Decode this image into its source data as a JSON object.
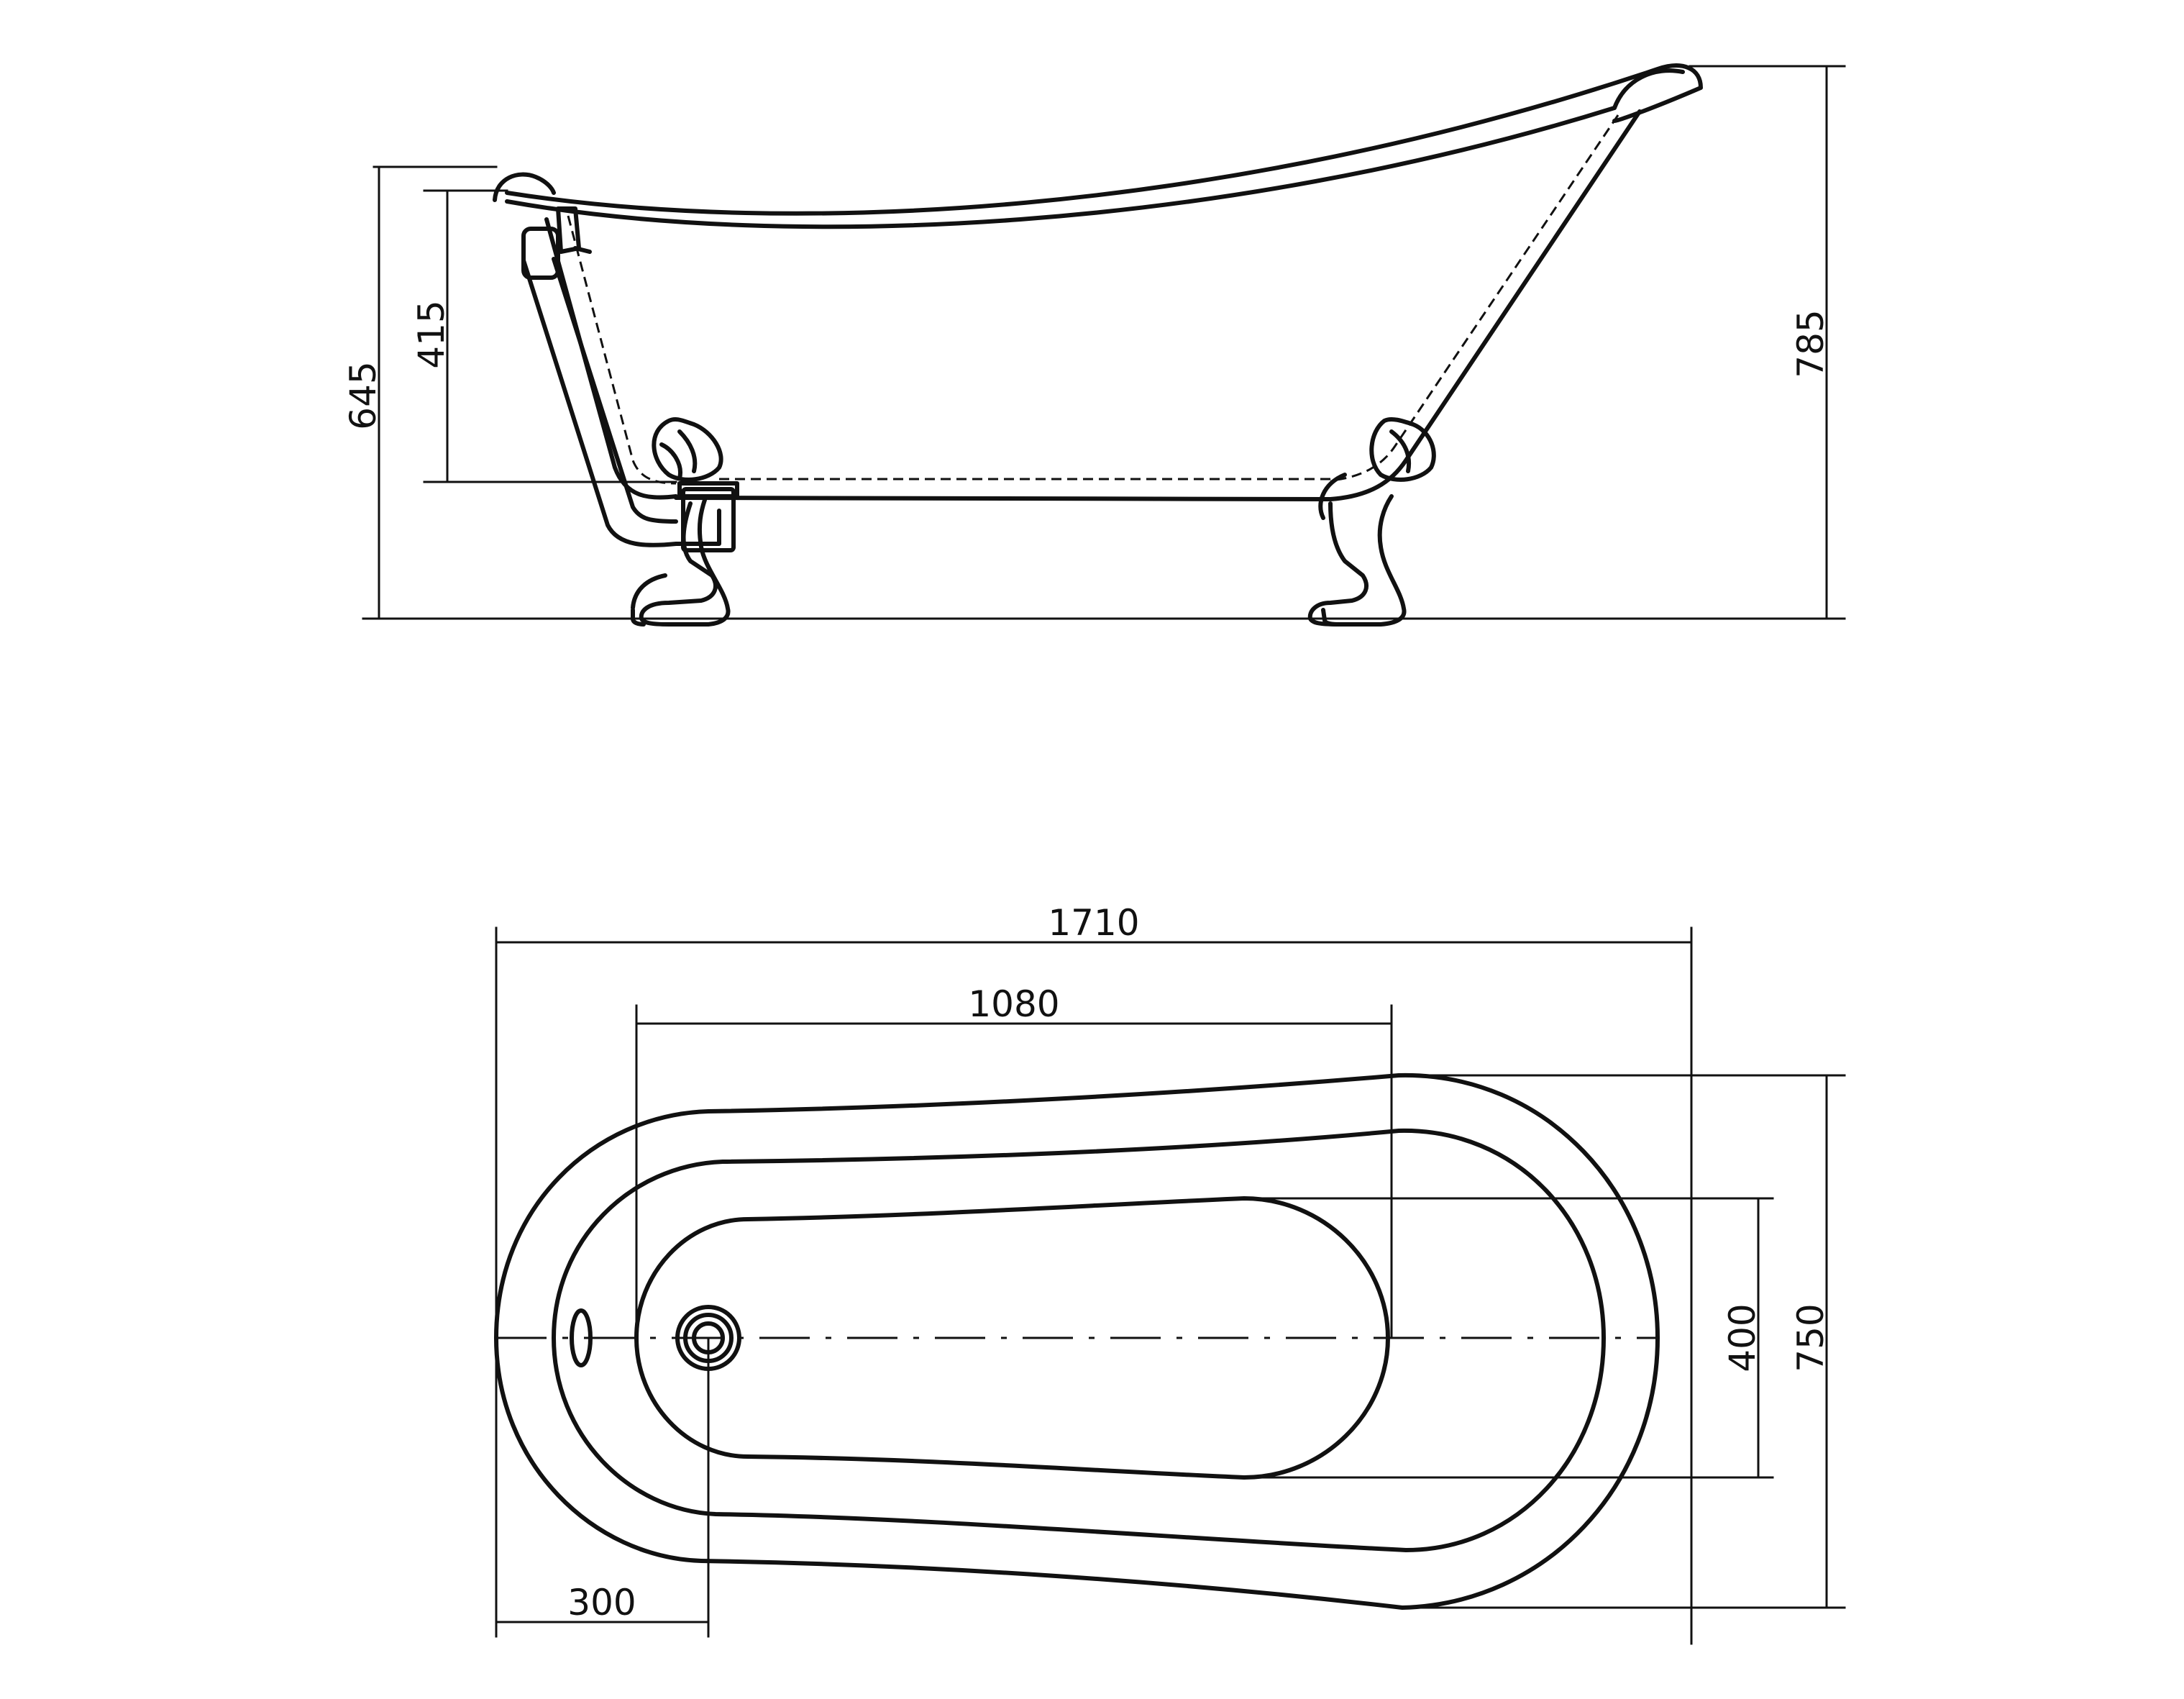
{
  "colors": {
    "line": "#111111",
    "background": "#ffffff"
  },
  "side_view": {
    "dim_height_inner": "415",
    "dim_height_rim": "645",
    "dim_height_top": "785"
  },
  "top_view": {
    "dim_total_length": "1710",
    "dim_inner_length": "1080",
    "dim_drain_offset": "300",
    "dim_inner_width": "400",
    "dim_total_width": "750"
  }
}
